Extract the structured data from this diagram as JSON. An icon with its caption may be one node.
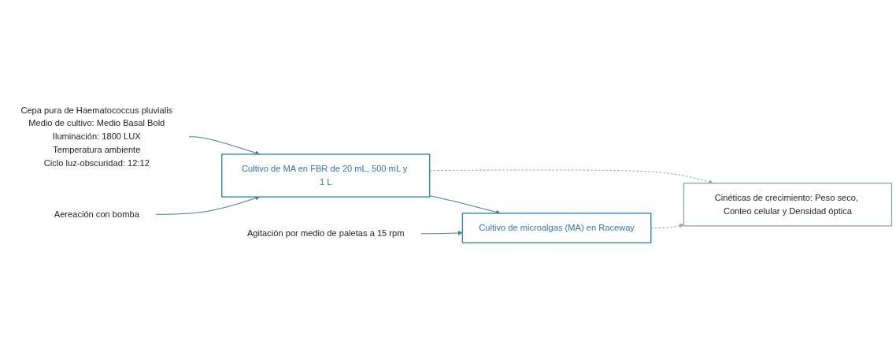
{
  "diagram": {
    "nodes": [
      {
        "text": [
          "Cepa pura de Haematococcus pluvialis",
          "Medio de cultivo: Medio Basal Bold",
          "Iluminación: 1800 LUX",
          "Temperatura ambiente",
          "Ciclo luz-obscuridad: 12:12"
        ]
      },
      {
        "text": [
          "Cultivo de MA en FBR de 20 mL, 500 mL y 1 L"
        ]
      },
      {
        "text": [
          "Cultivo de microalgas (MA) en Raceway"
        ]
      },
      {
        "text": [
          "Cinéticas de crecimiento: Peso seco, Conteo celular y Densidad óptica"
        ]
      },
      {
        "text": [
          "Aereación con bomba"
        ]
      },
      {
        "text": [
          "Agitación por medio de paletas a 15 rpm"
        ]
      }
    ],
    "edges": [
      {
        "from": 0,
        "to": 1,
        "arrow": "to"
      },
      {
        "from": 1,
        "to": 3,
        "arrow": "to",
        "style": "dashed",
        "color": "#a6a6a6"
      },
      {
        "from": 1,
        "to": 2,
        "arrow": "to"
      },
      {
        "from": 2,
        "to": 3,
        "arrow": "to",
        "style": "dashed",
        "color": "#a6a6a6"
      },
      {
        "from": 4,
        "to": 1,
        "arrow": "to"
      },
      {
        "from": 5,
        "to": 2,
        "arrow": "to"
      }
    ]
  }
}
